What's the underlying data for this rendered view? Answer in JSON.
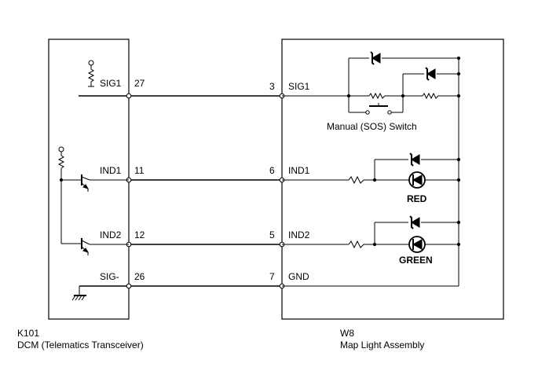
{
  "components": {
    "left": {
      "code": "K101",
      "name": "DCM (Telematics Transceiver)"
    },
    "right": {
      "code": "W8",
      "name": "Map Light Assembly"
    }
  },
  "connections": [
    {
      "left_signal": "SIG1",
      "left_pin": "27",
      "right_pin": "3",
      "right_signal": "SIG1"
    },
    {
      "left_signal": "IND1",
      "left_pin": "11",
      "right_pin": "6",
      "right_signal": "IND1"
    },
    {
      "left_signal": "IND2",
      "left_pin": "12",
      "right_pin": "5",
      "right_signal": "IND2"
    },
    {
      "left_signal": "SIG-",
      "left_pin": "26",
      "right_pin": "7",
      "right_signal": "GND"
    }
  ],
  "switch_label": "Manual (SOS) Switch",
  "led_labels": {
    "red": "RED",
    "green": "GREEN"
  }
}
